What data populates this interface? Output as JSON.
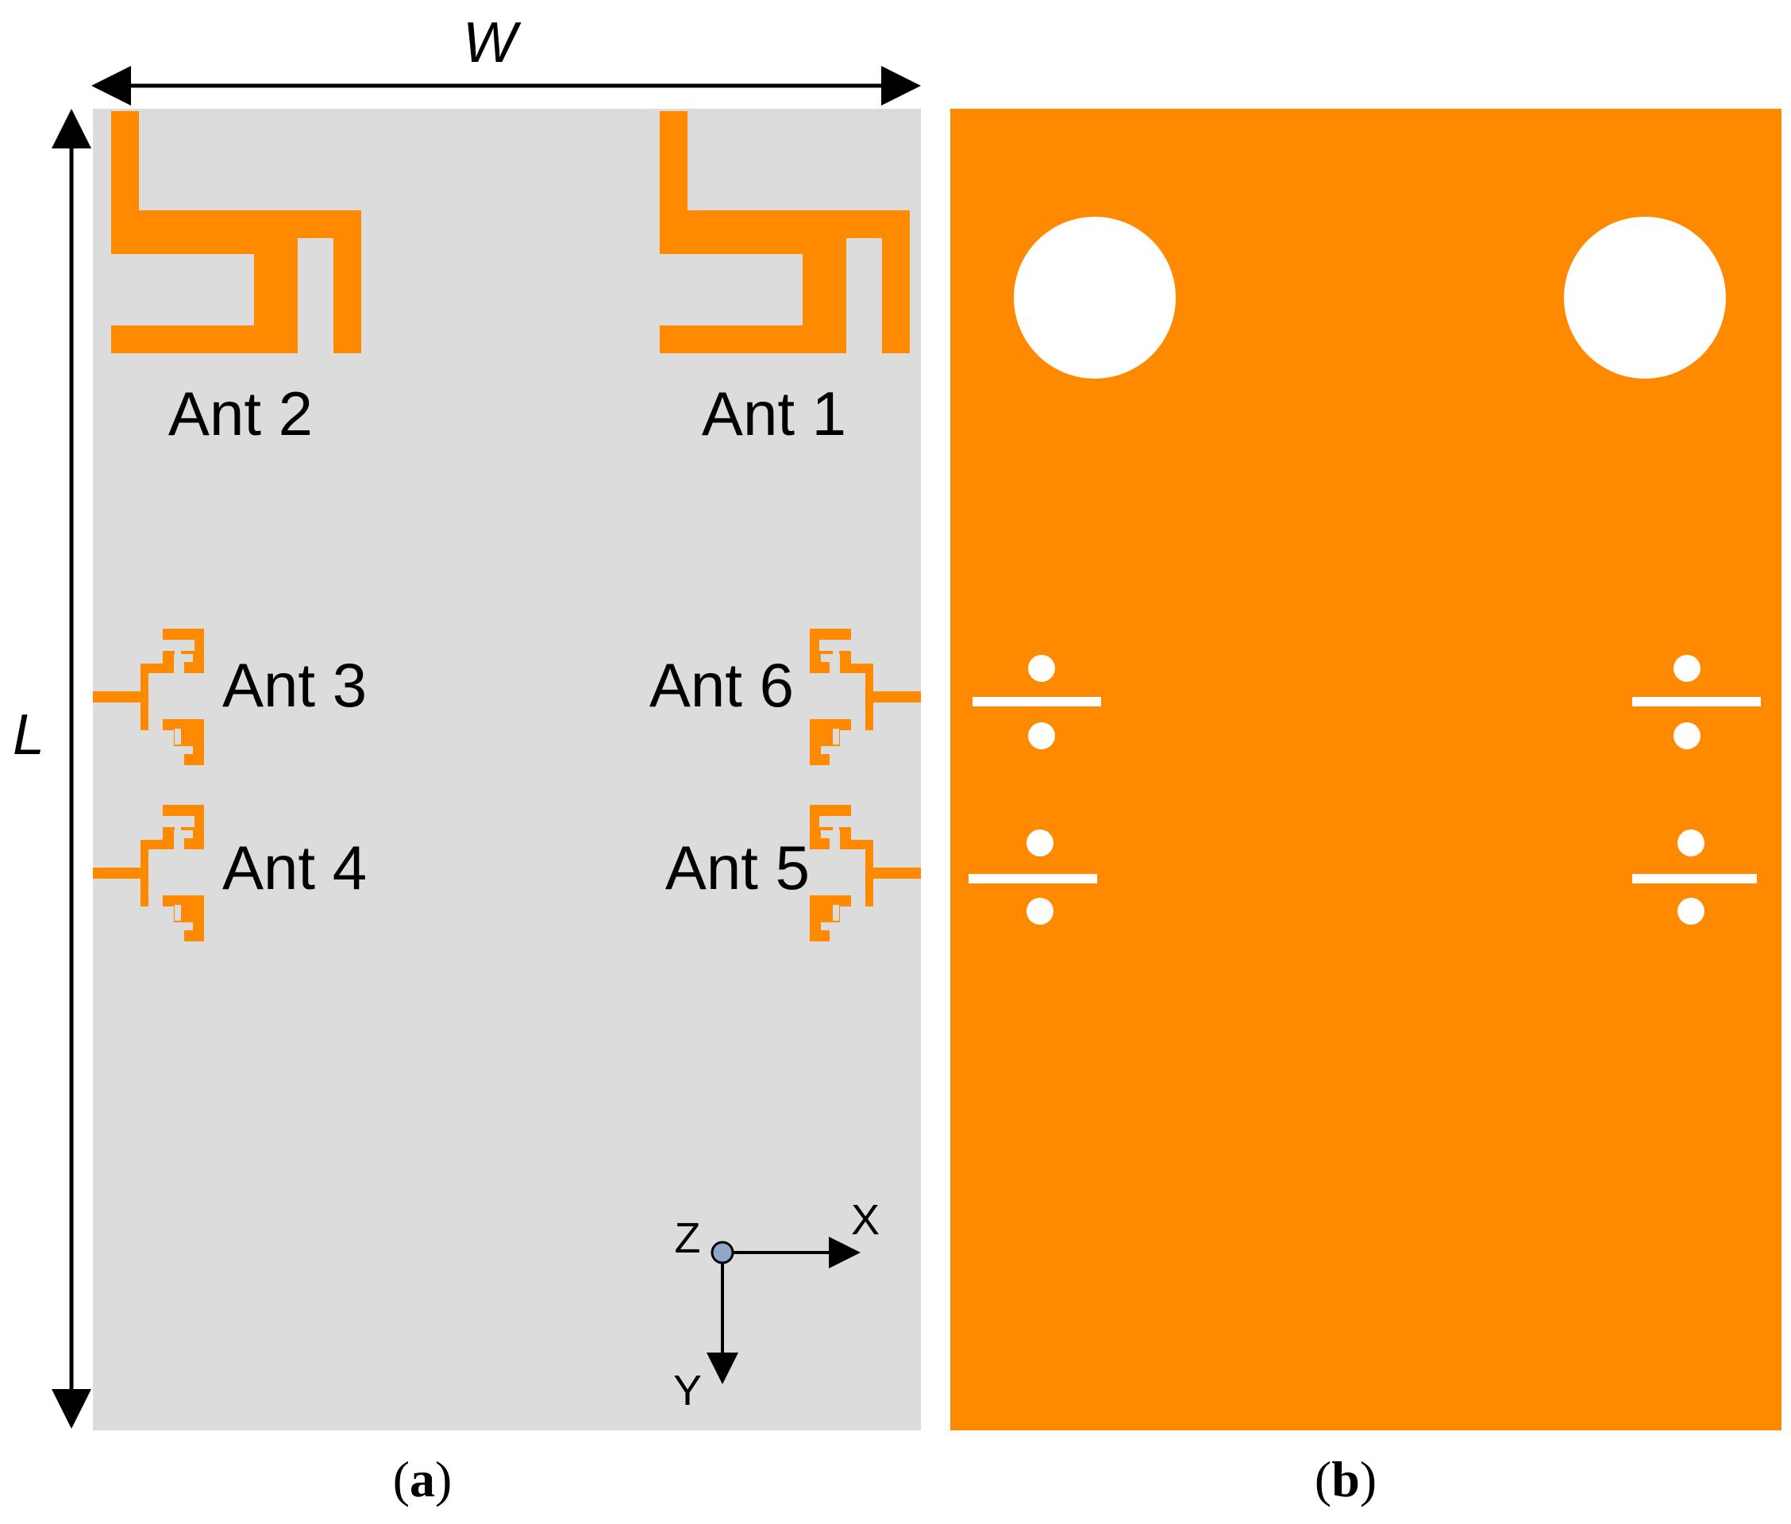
{
  "dimensions": {
    "width": "W",
    "length": "L"
  },
  "colors": {
    "substrate": "#dcdcdc",
    "copper": "#ff8a00",
    "background": "#ffffff",
    "line": "#000000",
    "axis_dot": "#8fa8c8"
  },
  "panel_a": {
    "antennas": [
      {
        "id": "ant1",
        "label": "Ant 1"
      },
      {
        "id": "ant2",
        "label": "Ant 2"
      },
      {
        "id": "ant3",
        "label": "Ant 3"
      },
      {
        "id": "ant4",
        "label": "Ant 4"
      },
      {
        "id": "ant5",
        "label": "Ant 5"
      },
      {
        "id": "ant6",
        "label": "Ant 6"
      }
    ],
    "axes": {
      "x": "X",
      "y": "Y",
      "z": "Z"
    }
  },
  "captions": {
    "a": "a",
    "b": "b"
  }
}
